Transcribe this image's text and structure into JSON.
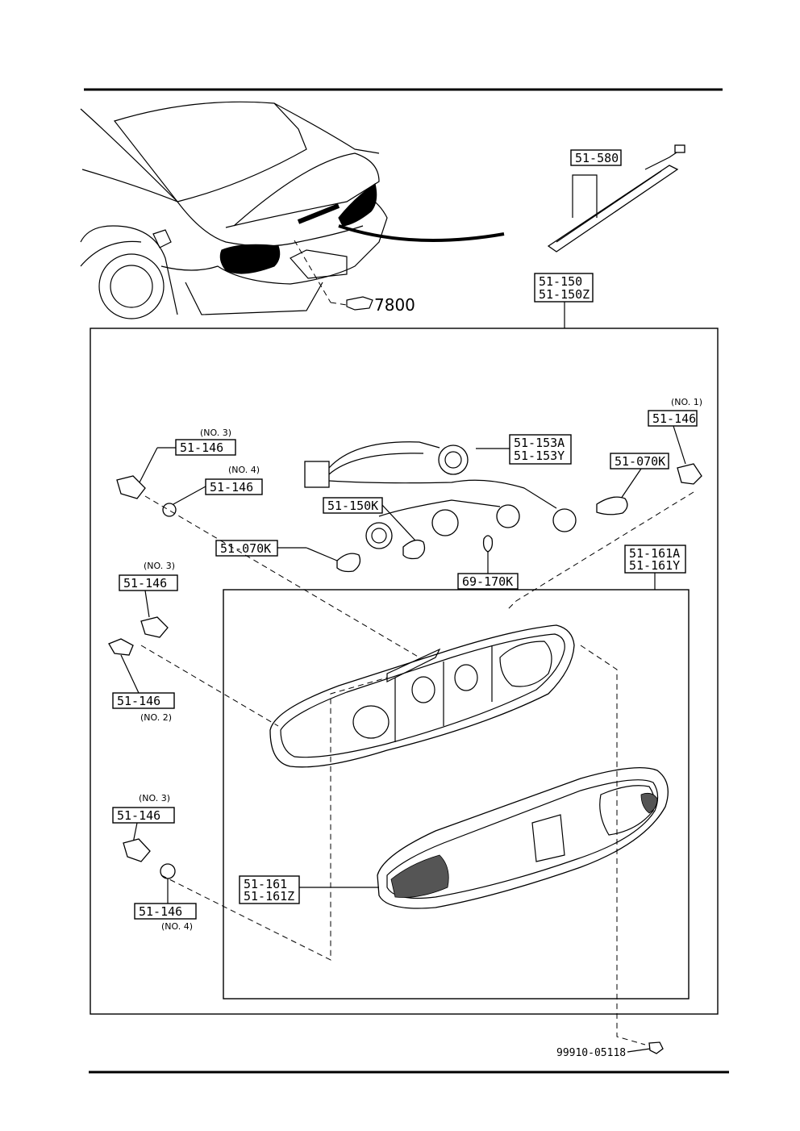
{
  "reference": "7800",
  "labels": {
    "high_mount": "51-580",
    "assembly_a": "51-150",
    "assembly_b": "51-150Z",
    "no1": "(NO. 1)",
    "socket_right": "51-146",
    "wire_a": "51-153A",
    "wire_b": "51-153Y",
    "bulb_right": "51-070K",
    "no3_top": "(NO. 3)",
    "socket_top_left": "51-146",
    "no4_top": "(NO. 4)",
    "socket_top_left2": "51-146",
    "socket_mid": "51-150K",
    "bulb_left": "51-070K",
    "bulb_small": "69-170K",
    "lens_housing_a": "51-161A",
    "lens_housing_b": "51-161Y",
    "no3_mid": "(NO. 3)",
    "socket_mid_left": "51-146",
    "socket_mid_left2": "51-146",
    "no2": "(NO. 2)",
    "no3_bottom": "(NO. 3)",
    "socket_bottom_left": "51-146",
    "lens_a": "51-161",
    "lens_b": "51-161Z",
    "socket_bottom_left2": "51-146",
    "no4_bottom": "(NO. 4)",
    "screw": "99910-05118"
  }
}
